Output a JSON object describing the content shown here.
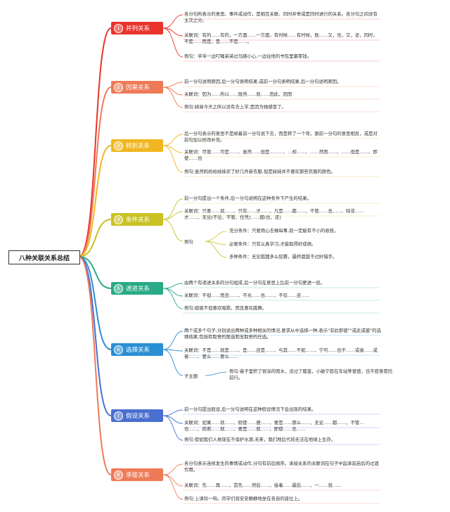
{
  "root": "八种关联关系总结",
  "branches": [
    {
      "num": "1",
      "title": "并列关系",
      "color": "#e8342c",
      "items": [
        "各分句所表示的意思、事件或动作，是相互关联、同时并举或是同时进行的关系。各分句之间没有主次之分。",
        "关联词：有的……有的，一方面……一方面，有时候……有时候，既……又，也，又，还，同时，不是……而是，是……不是……。",
        "例句：爷爷一边叮嘱弟弟过马路小心,一边往他的书包里塞零钱。"
      ]
    },
    {
      "num": "2",
      "title": "因果关系",
      "color": "#ee7a57",
      "items": [
        "前一分句说明原因,后一分句表明结果,或前一分句表明结果,后一分句说明原因。",
        "关联词：因为……所以……既然……就……因此、因而",
        "例句:妹妹今天之所以没有去上学,是因为她感冒了。"
      ]
    },
    {
      "num": "3",
      "title": "转折关系",
      "color": "#f0b720",
      "items": [
        "后一分句表示的意思不是顺着前一分句说下去，而是转了一个弯，跟前一分句的意思相反，或是对前句加以修改补充。",
        "关联词：尽管……可是……、虽然……但是………、…却……、……然而……、……但是……、即使……也",
        "例句:虽然妈妈给妹妹买了好几件新衣服,但是妹妹并不喜欢那些衣服的颜色。"
      ]
    },
    {
      "num": "4",
      "title": "条件关系",
      "color": "#c9c222",
      "items": [
        "前一分句提出一个条件,后一分句说明在这种条件下产生的结果。",
        "关联词：只要……就……、只有……才……、凡是……都……、不管……总……、除非……才……、无论(不论、不管、任凭)……都(也、还)"
      ],
      "label": "例句",
      "subitems": [
        "充分条件：只要用心去做每事,就一定能有不小的收获。",
        "必要条件：只有认真学习,才能取得好成绩。",
        "多种条件：无论狐狸多么狡猾，最终都敌不过好猎手。"
      ]
    },
    {
      "num": "5",
      "title": "递进关系",
      "color": "#2aaa86",
      "items": [
        "由两个有递进关系的分句组成,后一分句在意思上比前一分句更进一层。",
        "关联词：不但……而且……、不光……也……、不仅……还……",
        "例句:姐姐不但喜欢唱歌，而且喜欢跳舞。"
      ]
    },
    {
      "num": "6",
      "title": "选择关系",
      "color": "#2a8fd4",
      "items": [
        "两个或多个句子,分别说出两种或多种相关的情况,要求从中选择一种,表示\"非此即彼\"\"或此或彼\"的选择结果,包括有取舍的限选和无取舍的任选。",
        "关联词：不是……就是……、是……还是……、与其……不如……、宁可……也不……或者……或者……、要么……要么……"
      ],
      "label": "子主题",
      "subitems": [
        "例句:巷子里积了很深的雨水，没过了膝盖，小敏宁愿在车站等爸爸，也不愿意冒险前行。"
      ]
    },
    {
      "num": "7",
      "title": "假设关系",
      "color": "#4a6fd0",
      "items": [
        "前一分句提出假设,后一分句说明在这种假设情况下会出现的结果。",
        "关联词：如果……就……、假使……便……、要是……那么……、无论……都……、不管…也……、倘若……就……、要是……就……、即使……也……",
        "例句:假如我们人类现在不保护水源,未来，我们地后代将无法在地球上生存。"
      ]
    },
    {
      "num": "8",
      "title": "承接关系",
      "color": "#ee7a57",
      "items": [
        "各分句表示连续发生的事情或动作,分句有前后顺序。承接关系的关联词在句子中起承前启后的过渡作用。",
        "关联词：先……再……、首先……然后……、接着……最后……、一……就……",
        "例句:上课铃一响，同学们就安安静静地坐在各自的座位上。"
      ]
    }
  ]
}
